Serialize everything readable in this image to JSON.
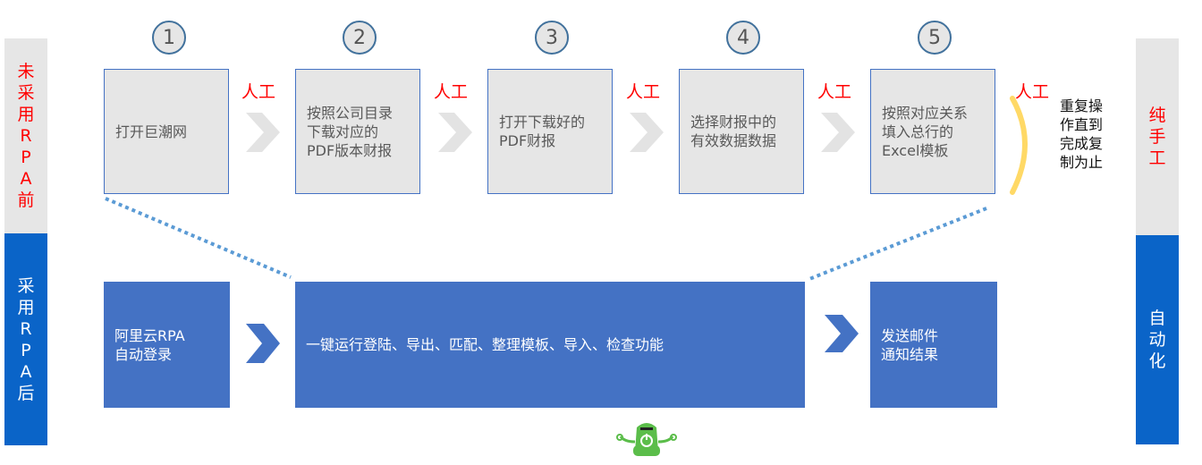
{
  "left_bar": {
    "before": "未采用RPA前",
    "after": "采用RPA后"
  },
  "right_bar": {
    "manual": "纯手工",
    "auto": "自动化"
  },
  "steps": [
    {
      "num": "1",
      "text": "打开巨潮网"
    },
    {
      "num": "2",
      "text": "按照公司目录\n下载对应的\nPDF版本财报"
    },
    {
      "num": "3",
      "text": "打开下载好的\nPDF财报"
    },
    {
      "num": "4",
      "text": "选择财报中的\n有效数据数据"
    },
    {
      "num": "5",
      "text": "按照对应关系\n填入总行的\nExcel模板"
    }
  ],
  "manual_label": "人工",
  "repeat_note": "重复操\n作直到\n完成复\n制为止",
  "rpa_steps": {
    "login": "阿里云RPA\n自动登录",
    "run": "一键运行登陆、导出、匹配、整理模板、导入、检查功能",
    "notify": "发送邮件\n通知结果"
  },
  "colors": {
    "blue": "#4472c4",
    "red": "#ff0000",
    "gray": "#e6e6e6",
    "robot": "#5bbd4a"
  }
}
